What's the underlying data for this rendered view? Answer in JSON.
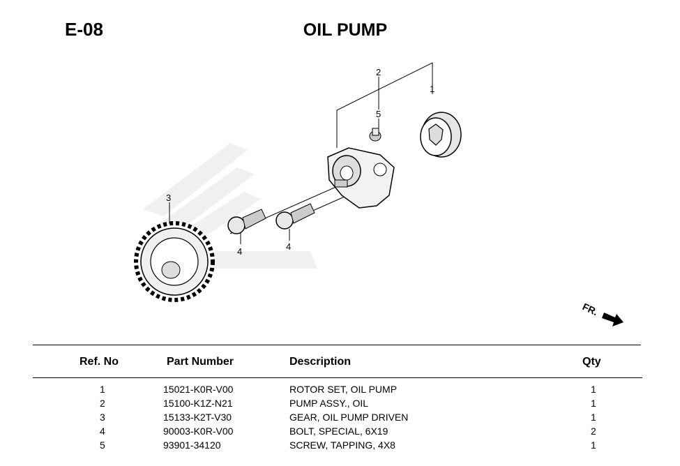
{
  "header": {
    "code": "E-08",
    "title": "OIL PUMP"
  },
  "diagram": {
    "callouts": [
      "1",
      "2",
      "3",
      "4",
      "4",
      "5"
    ],
    "direction_label": "FR."
  },
  "table": {
    "columns": [
      "Ref. No",
      "Part Number",
      "Description",
      "Qty"
    ],
    "rows": [
      {
        "ref": "1",
        "part": "15021-K0R-V00",
        "desc": "ROTOR SET, OIL PUMP",
        "qty": "1"
      },
      {
        "ref": "2",
        "part": "15100-K1Z-N21",
        "desc": "PUMP ASSY., OIL",
        "qty": "1"
      },
      {
        "ref": "3",
        "part": "15133-K2T-V30",
        "desc": "GEAR, OIL PUMP DRIVEN",
        "qty": "1"
      },
      {
        "ref": "4",
        "part": "90003-K0R-V00",
        "desc": "BOLT, SPECIAL, 6X19",
        "qty": "2"
      },
      {
        "ref": "5",
        "part": "93901-34120",
        "desc": "SCREW, TAPPING, 4X8",
        "qty": "1"
      }
    ]
  }
}
